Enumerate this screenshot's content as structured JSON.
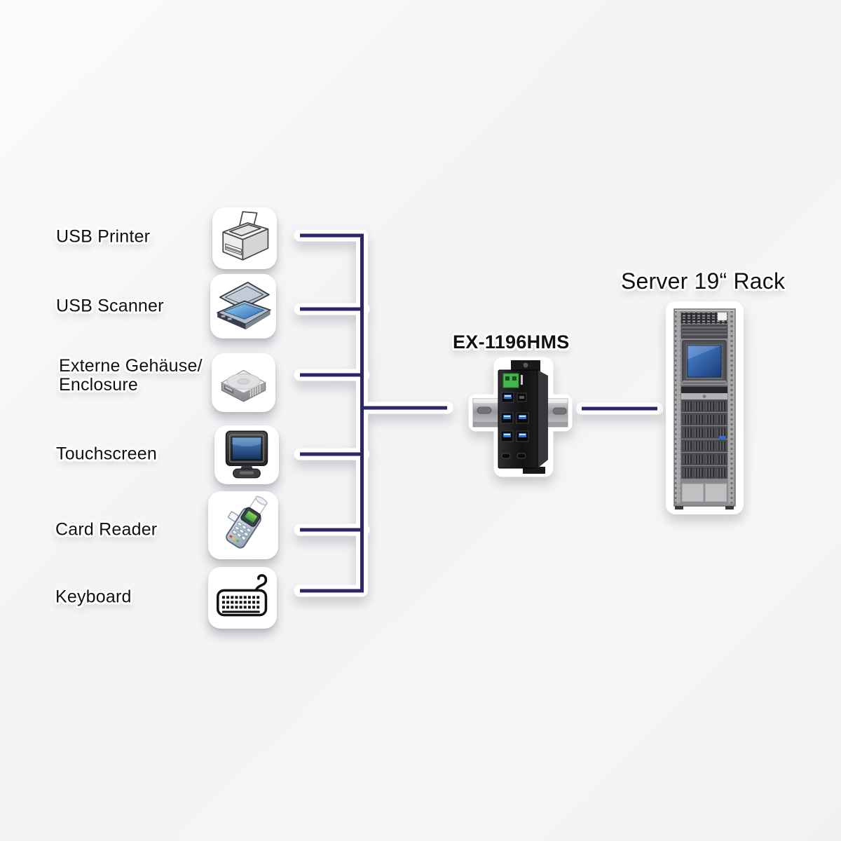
{
  "diagram": {
    "devices": [
      {
        "name": "usb-printer",
        "icon": "printer-icon",
        "lines": [
          "USB Printer",
          ""
        ]
      },
      {
        "name": "usb-scanner",
        "icon": "scanner-icon",
        "lines": [
          "USB Scanner",
          ""
        ]
      },
      {
        "name": "external-enclosure",
        "icon": "hard-drive-icon",
        "lines": [
          "Externe Gehäuse/",
          "Enclosure"
        ]
      },
      {
        "name": "touchscreen",
        "icon": "monitor-icon",
        "lines": [
          "Touchscreen",
          ""
        ]
      },
      {
        "name": "card-reader",
        "icon": "pos-terminal-icon",
        "lines": [
          "Card Reader",
          ""
        ]
      },
      {
        "name": "keyboard",
        "icon": "keyboard-icon",
        "lines": [
          "Keyboard",
          ""
        ]
      }
    ],
    "hub": {
      "label": "EX-1196HMS"
    },
    "server": {
      "label": "Server 19“ Rack"
    },
    "colors": {
      "wire": "#2b2766",
      "terminal_green": "#43b649",
      "usb_blue": "#2f6fd8",
      "screen_blue": "#2f6cc0"
    }
  }
}
